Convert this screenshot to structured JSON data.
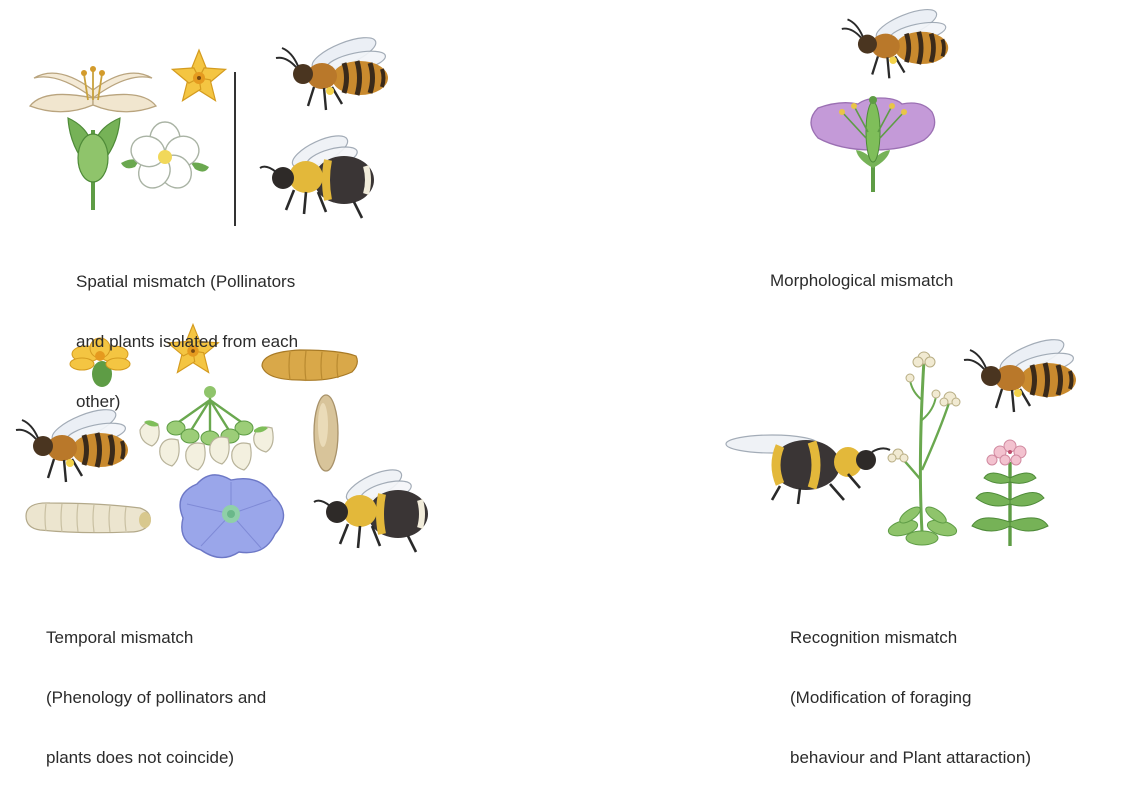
{
  "panels": {
    "spatial": {
      "caption_lines": [
        "Spatial mismatch (Pollinators",
        "and plants isolated from each",
        "other)"
      ]
    },
    "morphological": {
      "caption_lines": [
        "Morphological mismatch"
      ]
    },
    "temporal": {
      "caption_lines": [
        "Temporal mismatch",
        "(Phenology of pollinators and",
        "plants does not coincide)"
      ]
    },
    "recognition": {
      "caption_lines": [
        "Recognition mismatch",
        "(Modification of foraging",
        "behaviour and Plant attaraction)"
      ]
    }
  },
  "colors": {
    "honeybee_body": "#c98a2e",
    "bumblebee_body": "#3a3535",
    "bumblebee_band": "#e3b83a",
    "flower_yellow": "#f4c542",
    "flower_purple": "#c49ad8",
    "flower_blue": "#9aa6ea",
    "leaf_green": "#6aa84f",
    "larva": "#ece5cf",
    "pupa": "#d9a849"
  },
  "icons": [
    "lily-flower-icon",
    "star-flower-icon",
    "white-flower-icon",
    "honeybee-icon",
    "bumblebee-icon",
    "purple-flower-icon",
    "larva-icon",
    "pupa-icon",
    "seed-icon",
    "blue-flower-icon",
    "cluster-flower-icon",
    "tall-plant-icon",
    "pink-flower-plant-icon"
  ]
}
